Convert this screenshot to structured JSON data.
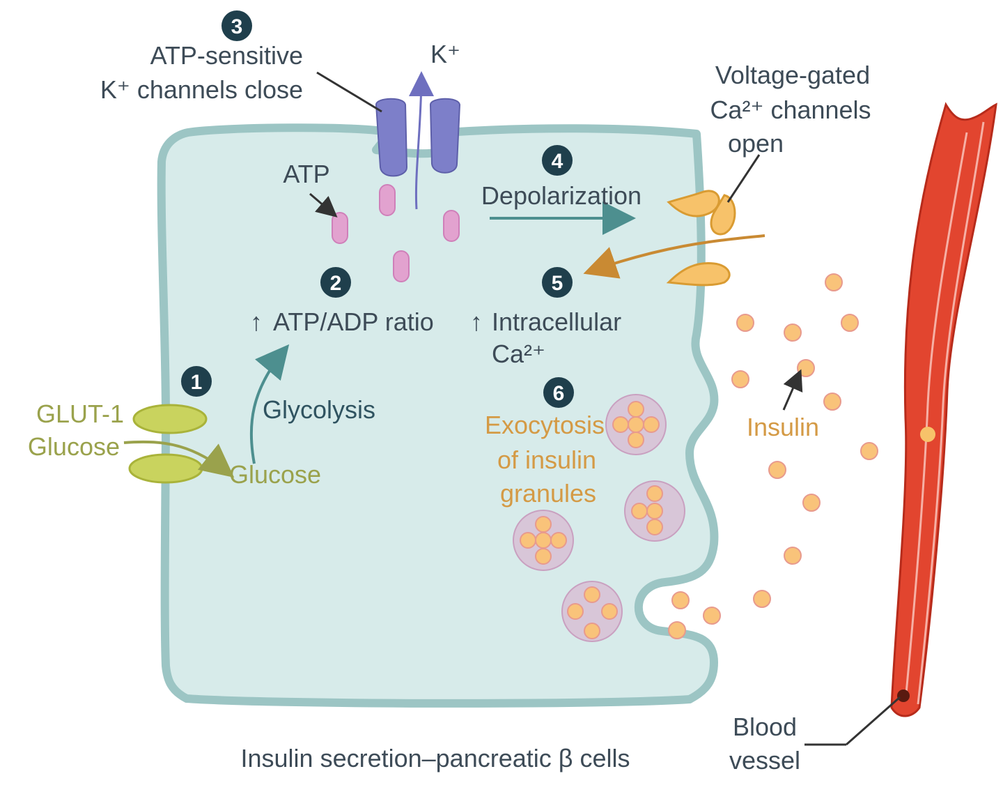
{
  "title": "Insulin secretion–pancreatic β cells",
  "steps": {
    "s1": "1",
    "s2": "2",
    "s3": "3",
    "s4": "4",
    "s5": "5",
    "s6": "6"
  },
  "labels": {
    "glut1": "GLUT-1",
    "glucose_outside": "Glucose",
    "glucose_inside": "Glucose",
    "glycolysis": "Glycolysis",
    "atp": "ATP",
    "atp_adp_ratio": "ATP/ADP ratio",
    "katp_line1": "ATP-sensitive",
    "katp_line2": "K⁺ channels close",
    "k_ion": "K⁺",
    "depolarization": "Depolarization",
    "ca_channel_line1": "Voltage-gated",
    "ca_channel_line2": "Ca²⁺ channels",
    "ca_channel_line3": "open",
    "intracellular_line1": "Intracellular",
    "intracellular_line2": "Ca²⁺",
    "exocytosis_line1": "Exocytosis",
    "exocytosis_line2": "of insulin",
    "exocytosis_line3": "granules",
    "insulin": "Insulin",
    "blood_vessel_line1": "Blood",
    "blood_vessel_line2": "vessel",
    "up_arrow": "↑"
  },
  "colors": {
    "cell_fill": "#d7ebea",
    "cell_border": "#9cc5c4",
    "channel_blue": "#7d7fc9",
    "atp_pink": "#e2a2cf",
    "glut_green": "#c9d35e",
    "ca_channel": "#f7c26a",
    "insulin": "#f9c37a",
    "vessel_red": "#e2452f",
    "teal_arrow": "#4d8f8f",
    "step_badge": "#1f3f4c"
  }
}
